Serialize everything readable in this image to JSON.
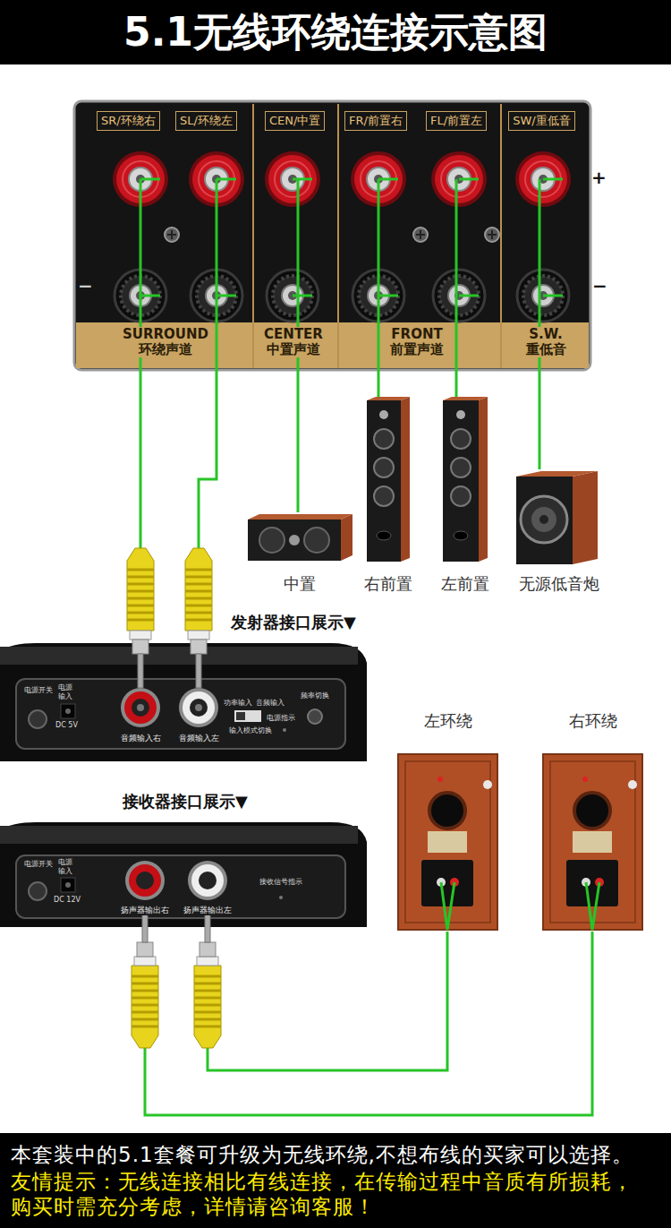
{
  "diagram": {
    "title": "5.1无线环绕连接示意图",
    "caption": "本套装中的5.1套餐可升级为无线环绕,不想布线的买家可以选择。",
    "nodes": [
      {
        "text": [
          "SR/环绕右"
        ]
      },
      {
        "text": [
          "SL/环绕左"
        ]
      },
      {
        "text": [
          "CEN/中置"
        ]
      },
      {
        "text": [
          "FR/前置右"
        ]
      },
      {
        "text": [
          "FL/前置左"
        ]
      },
      {
        "text": [
          "SW/重低音"
        ]
      },
      {
        "text": [
          "中置"
        ]
      },
      {
        "text": [
          "右前置"
        ]
      },
      {
        "text": [
          "左前置"
        ]
      },
      {
        "text": [
          "无源低音炮"
        ]
      },
      {
        "text": [
          "发射器接口展示▼"
        ]
      },
      {
        "text": [
          "音频输入右"
        ],
        "in": 10
      },
      {
        "text": [
          "音频输入左"
        ],
        "in": 10
      },
      {
        "text": [
          "左环绕"
        ]
      },
      {
        "text": [
          "右环绕"
        ]
      },
      {
        "text": [
          "接收器接口展示▼"
        ]
      },
      {
        "text": [
          "扬声器输出右"
        ],
        "in": 15
      },
      {
        "text": [
          "扬声器输出左"
        ],
        "in": 15
      }
    ],
    "edges": [
      {
        "from": 0,
        "to": 11,
        "arrow": "none"
      },
      {
        "from": 1,
        "to": 12,
        "arrow": "none"
      },
      {
        "from": 2,
        "to": 6,
        "arrow": "none"
      },
      {
        "from": 3,
        "to": 7,
        "arrow": "none"
      },
      {
        "from": 4,
        "to": 8,
        "arrow": "none"
      },
      {
        "from": 5,
        "to": 9,
        "arrow": "none"
      },
      {
        "from": 16,
        "to": 14,
        "arrow": "none"
      },
      {
        "from": 17,
        "to": 13,
        "arrow": "none"
      }
    ],
    "labels": [
      "+",
      "−",
      "−",
      "SURROUND 环绕声道",
      "CENTER 中置声道",
      "FRONT 前置声道",
      "S.W. 重低音",
      "电源开关",
      "电源输入",
      "DC 5V",
      "功率输入",
      "音频输入",
      "输入模式切换",
      "频率切换",
      "电源指示",
      "电源开关",
      "电源输入",
      "DC 12V",
      "接收信号指示",
      "友情提示：无线连接相比有线连接，在传输过程中音质有所损耗， 购买时需充分考虑，详情请咨询客服！"
    ]
  }
}
